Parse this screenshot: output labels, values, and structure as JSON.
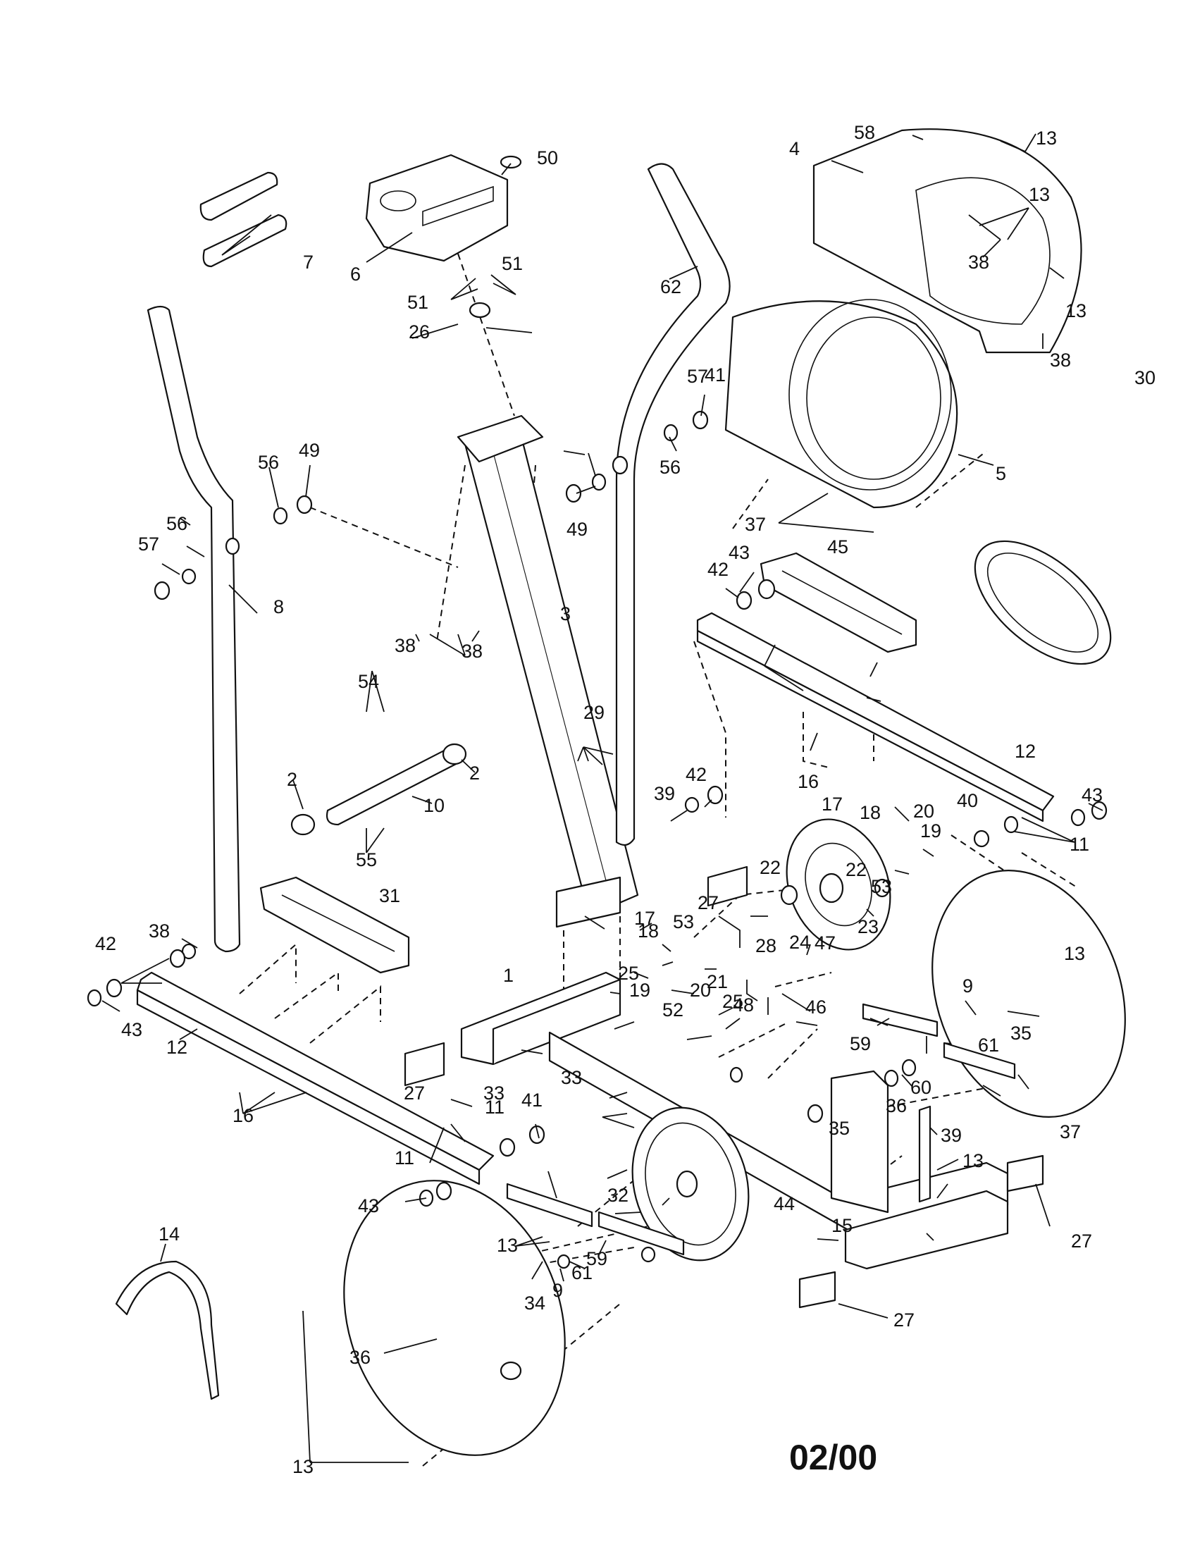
{
  "date_code": "02/00",
  "callouts": [
    "1",
    "2",
    "2",
    "3",
    "4",
    "5",
    "6",
    "7",
    "8",
    "9",
    "9",
    "10",
    "11",
    "11",
    "11",
    "12",
    "12",
    "13",
    "13",
    "13",
    "13",
    "13",
    "13",
    "13",
    "14",
    "15",
    "16",
    "16",
    "17",
    "17",
    "18",
    "18",
    "19",
    "19",
    "20",
    "20",
    "21",
    "22",
    "22",
    "23",
    "24",
    "25",
    "25",
    "26",
    "27",
    "27",
    "27",
    "27",
    "28",
    "29",
    "30",
    "31",
    "32",
    "33",
    "33",
    "34",
    "35",
    "35",
    "36",
    "36",
    "37",
    "37",
    "38",
    "38",
    "38",
    "38",
    "38",
    "39",
    "39",
    "40",
    "41",
    "41",
    "42",
    "42",
    "42",
    "43",
    "43",
    "43",
    "43",
    "44",
    "45",
    "46",
    "47",
    "48",
    "49",
    "49",
    "50",
    "51",
    "51",
    "52",
    "53",
    "53",
    "54",
    "55",
    "56",
    "56",
    "56",
    "57",
    "57",
    "58",
    "59",
    "59",
    "60",
    "61",
    "61",
    "62"
  ]
}
